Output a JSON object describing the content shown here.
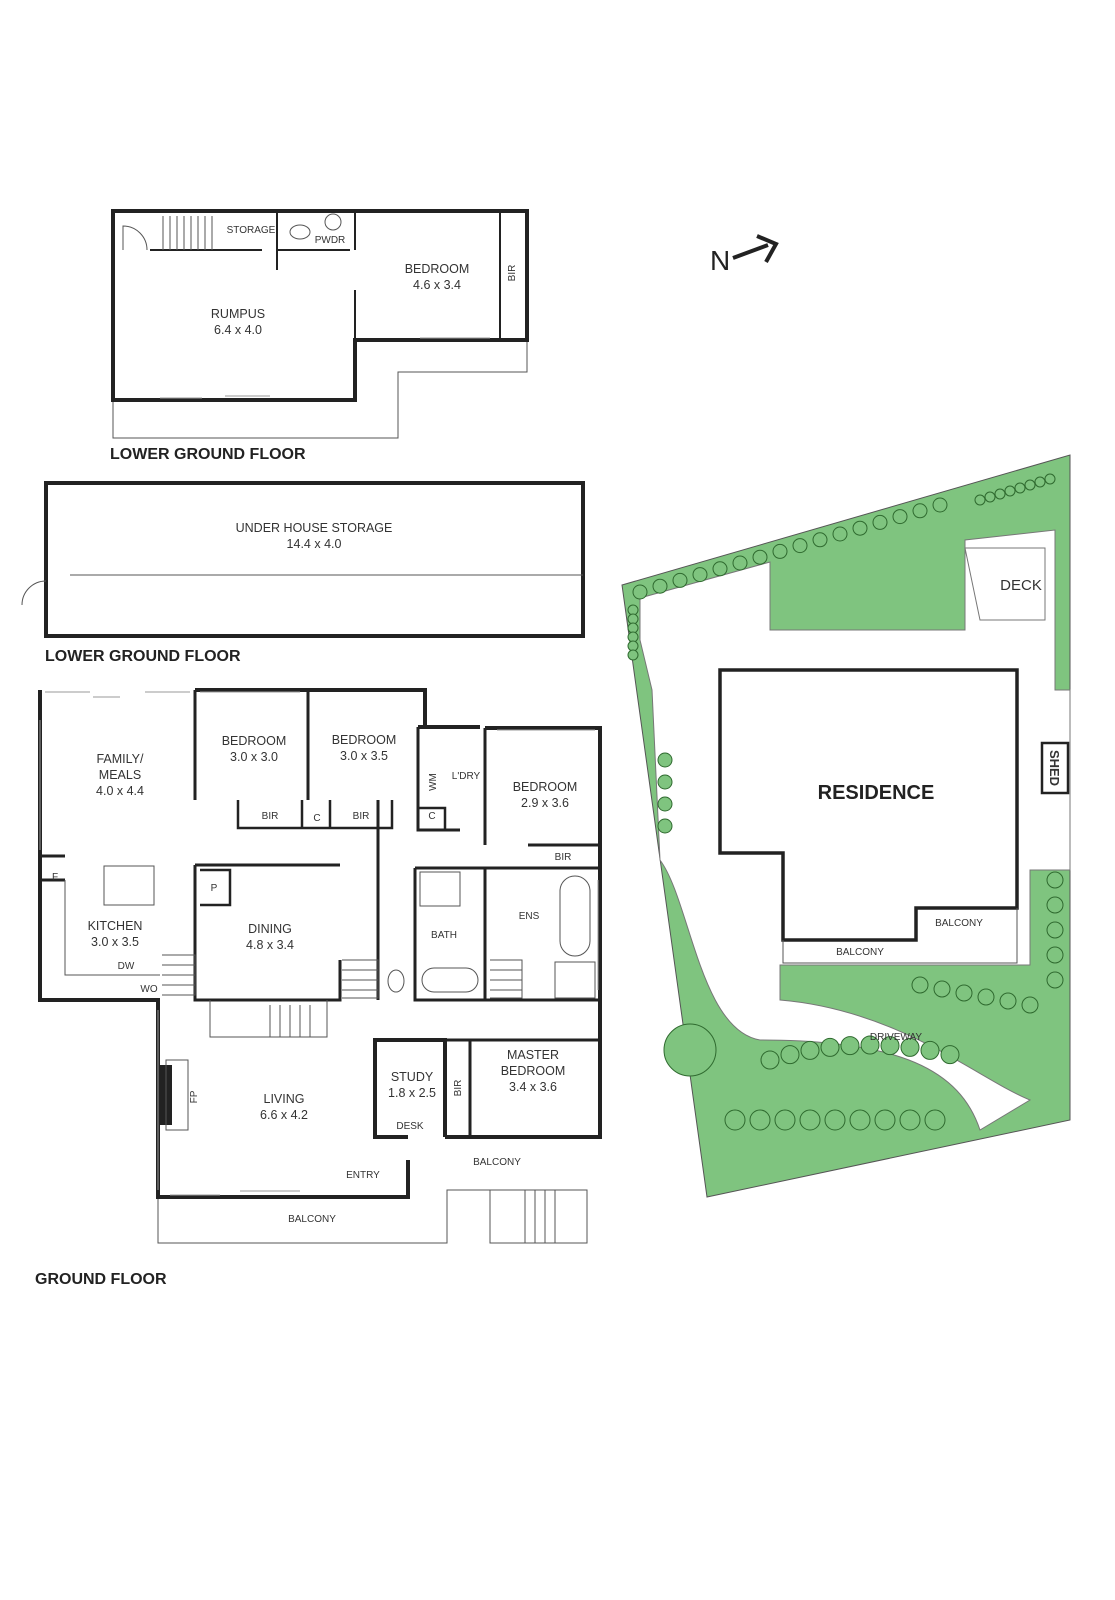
{
  "compass": {
    "letter": "N"
  },
  "lower_ground_1": {
    "title": "LOWER GROUND FLOOR",
    "storage": "STORAGE",
    "pwdr": "PWDR",
    "bedroom": {
      "name": "BEDROOM",
      "size": "4.6 x 3.4"
    },
    "bir": "BIR",
    "rumpus": {
      "name": "RUMPUS",
      "size": "6.4 x 4.0"
    }
  },
  "lower_ground_2": {
    "title": "LOWER GROUND FLOOR",
    "storage": {
      "name": "UNDER HOUSE STORAGE",
      "size": "14.4 x 4.0"
    }
  },
  "ground": {
    "title": "GROUND FLOOR",
    "family": {
      "name1": "FAMILY/",
      "name2": "MEALS",
      "size": "4.0 x 4.4"
    },
    "bedroom1": {
      "name": "BEDROOM",
      "size": "3.0 x 3.0"
    },
    "bedroom2": {
      "name": "BEDROOM",
      "size": "3.0 x 3.5"
    },
    "bedroom3": {
      "name": "BEDROOM",
      "size": "2.9 x 3.6"
    },
    "kitchen": {
      "name": "KITCHEN",
      "size": "3.0 x 3.5"
    },
    "dining": {
      "name": "DINING",
      "size": "4.8 x 3.4"
    },
    "living": {
      "name": "LIVING",
      "size": "6.6 x 4.2"
    },
    "study": {
      "name": "STUDY",
      "size": "1.8 x 2.5"
    },
    "master": {
      "name1": "MASTER",
      "name2": "BEDROOM",
      "size": "3.4 x 3.6"
    },
    "small": {
      "bir": "BIR",
      "c": "C",
      "wm": "WM",
      "ldry": "L'DRY",
      "f": "F",
      "p": "P",
      "dw": "DW",
      "wo": "WO",
      "bath": "BATH",
      "ens": "ENS",
      "fp": "FP",
      "desk": "DESK",
      "entry": "ENTRY",
      "balcony": "BALCONY"
    }
  },
  "site": {
    "residence": "RESIDENCE",
    "deck": "DECK",
    "shed": "SHED",
    "balcony": "BALCONY",
    "driveway": "DRIVEWAY",
    "lawn_color": "#7fc47f"
  }
}
